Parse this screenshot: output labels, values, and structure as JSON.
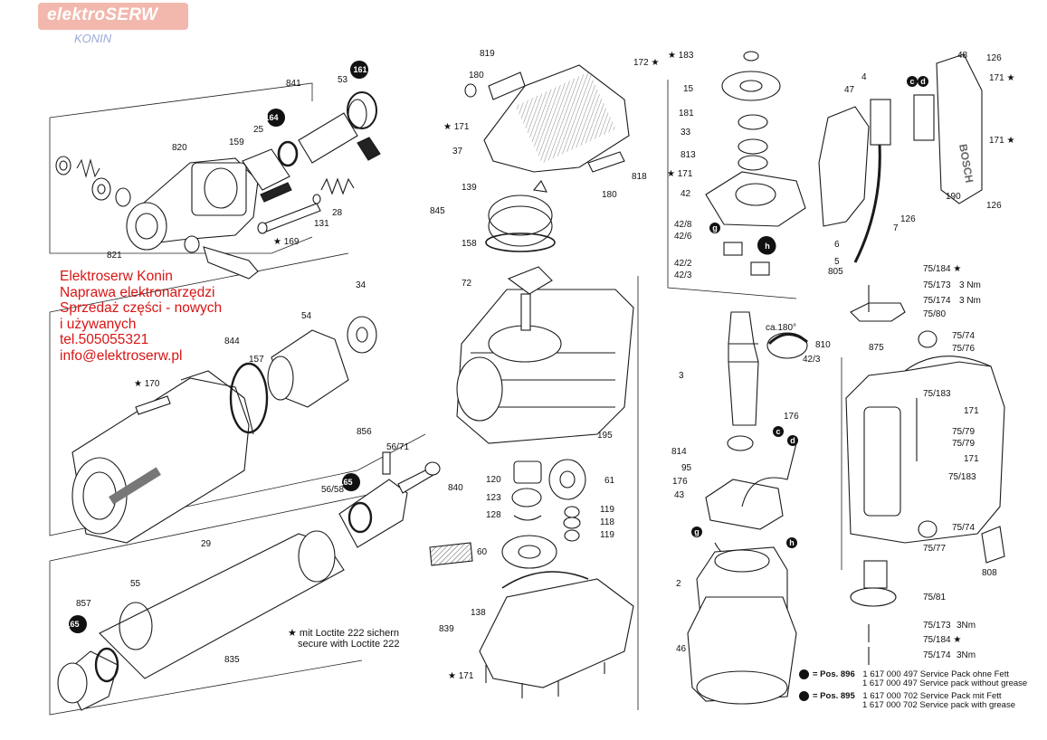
{
  "branding": {
    "logo_text": "elektroSERW",
    "logo_subtext": "KONIN"
  },
  "contact": {
    "lines": [
      "Elektroserw Konin",
      "Naprawa elektronarzędzi",
      "Sprzedaż części - nowych",
      "i używanych",
      "tel.505055321",
      "info@elektroserw.pl"
    ]
  },
  "loctite_note": {
    "line1": "★ mit Loctite 222 sichern",
    "line2": "secure with Loctite 222"
  },
  "service_pack": {
    "pos896_label": "= Pos. 896",
    "pos896_line1": "1 617 000 497 Service Pack ohne Fett",
    "pos896_line2": "1 617 000 497 Service pack without grease",
    "pos895_label": "= Pos. 895",
    "pos895_line1": "1 617 000 702 Service Pack mit Fett",
    "pos895_line2": "1 617 000 702 Service pack with grease"
  },
  "part_labels": [
    "161",
    "53",
    "841",
    "164",
    "820",
    "159",
    "25",
    "28",
    "131",
    "★ 169",
    "821",
    "34",
    "54",
    "844",
    "157",
    "★ 170",
    "856",
    "56/71",
    "165",
    "56/58",
    "29",
    "55",
    "857",
    "165",
    "835",
    "819",
    "180",
    "★ 171",
    "37",
    "172 ★",
    "818",
    "180",
    "845",
    "139",
    "158",
    "72",
    "195",
    "840",
    "120",
    "123",
    "128",
    "61",
    "119",
    "118",
    "119",
    "60",
    "138",
    "839",
    "★ 171",
    "★ 183",
    "15",
    "181",
    "33",
    "813",
    "★ 171",
    "42",
    "42/8",
    "42/6",
    "42/2",
    "42/3",
    "ca.180°",
    "810",
    "42/3",
    "3",
    "176",
    "814",
    "95",
    "176",
    "43",
    "2",
    "46",
    "47",
    "4",
    "48",
    "126",
    "171 ★",
    "171 ★",
    "190",
    "126",
    "126",
    "7",
    "6",
    "5",
    "805",
    "75/184 ★",
    "75/173",
    "3 Nm",
    "75/174",
    "3 Nm",
    "75/80",
    "875",
    "75/74",
    "75/76",
    "75/183",
    "171",
    "75/79",
    "75/79",
    "171",
    "75/183",
    "75/74",
    "75/77",
    "808",
    "75/81",
    "75/173",
    "3Nm",
    "75/184 ★",
    "75/174",
    "3Nm"
  ],
  "callout_letters": [
    "g",
    "h",
    "c",
    "d",
    "d",
    "c",
    "g",
    "h"
  ],
  "colors": {
    "logo_bg": "#f2b8ad",
    "contact_text": "#d81515",
    "line_art": "#1a1a1a"
  }
}
